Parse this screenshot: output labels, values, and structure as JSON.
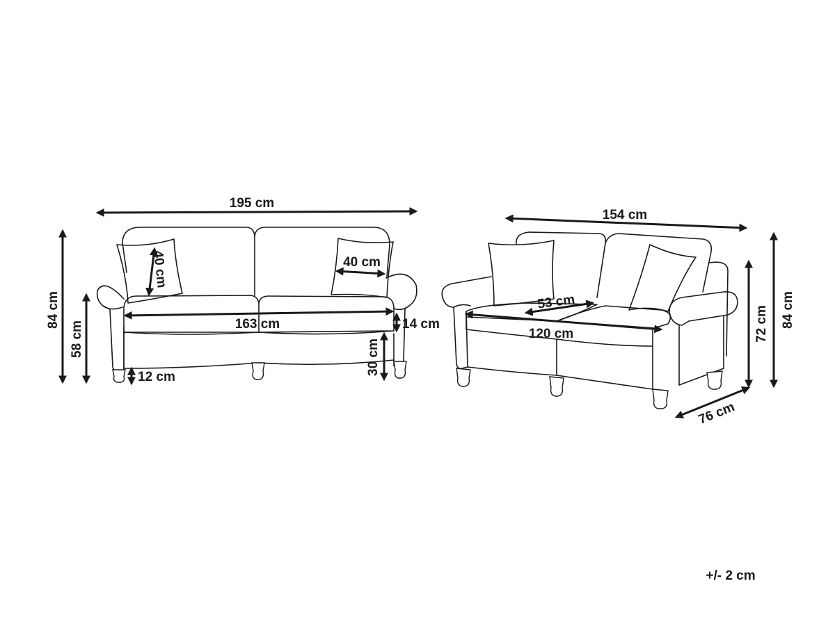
{
  "sofa_3_seater": {
    "width": "195 cm",
    "height": "84 cm",
    "arm_height": "58 cm",
    "leg_height": "12 cm",
    "cushion_size": "40 cm",
    "cushion_width": "40 cm",
    "seat_width": "163 cm",
    "seat_thickness": "14 cm",
    "seat_height": "30 cm"
  },
  "sofa_2_seater": {
    "width": "154 cm",
    "seat_depth": "53 cm",
    "seat_width": "120 cm",
    "arm_height": "72 cm",
    "height": "84 cm",
    "depth": "76 cm"
  },
  "tolerance": "+/- 2 cm"
}
